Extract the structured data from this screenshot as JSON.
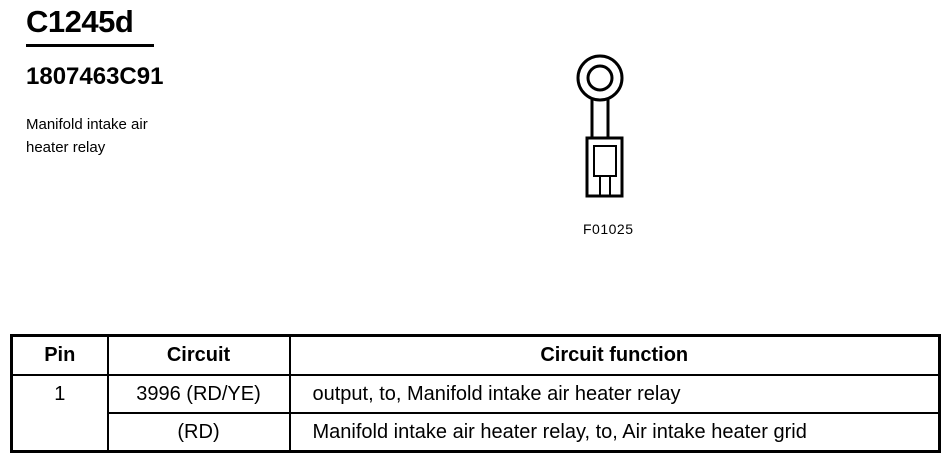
{
  "connector": {
    "id": "C1245d",
    "part_number": "1807463C91",
    "description_line1": "Manifold intake air",
    "description_line2": "heater relay"
  },
  "figure": {
    "code": "F01025",
    "icon": "ring-terminal-icon"
  },
  "table": {
    "headers": {
      "pin": "Pin",
      "circuit": "Circuit",
      "function": "Circuit function"
    },
    "pin": "1",
    "rows": [
      {
        "circuit": "3996 (RD/YE)",
        "function": "output, to, Manifold intake air heater relay"
      },
      {
        "circuit": "(RD)",
        "function": "Manifold intake air heater relay, to, Air intake heater grid"
      }
    ]
  }
}
